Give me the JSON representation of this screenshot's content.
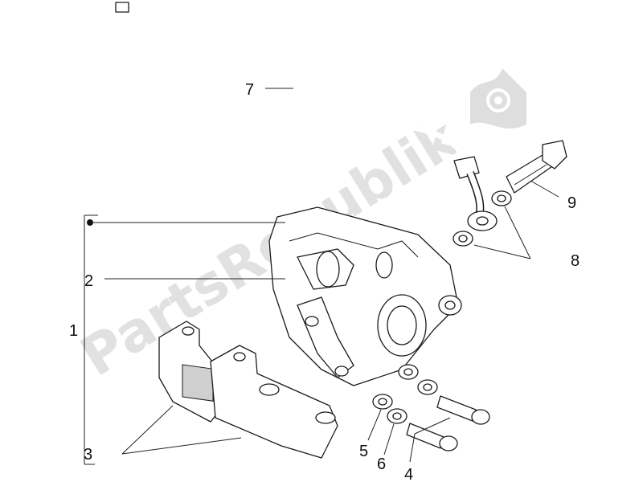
{
  "watermark": {
    "text": "PartsRepublik",
    "color": "#d6d6d6",
    "icon": "gear-flag-icon"
  },
  "callouts": [
    {
      "id": "1",
      "label": "1"
    },
    {
      "id": "2",
      "label": "2"
    },
    {
      "id": "3",
      "label": "3"
    },
    {
      "id": "4",
      "label": "4"
    },
    {
      "id": "5",
      "label": "5"
    },
    {
      "id": "6",
      "label": "6"
    },
    {
      "id": "7",
      "label": "7"
    },
    {
      "id": "8",
      "label": "8"
    },
    {
      "id": "9",
      "label": "9"
    }
  ],
  "parts": {
    "caliper": "brake-caliper",
    "hose": "brake-hose",
    "pads": "brake-pads",
    "bolts": "caliper-bolts",
    "washers": "washers",
    "banjo_bolt": "banjo-bolt",
    "banjo_washers": "copper-washers"
  }
}
